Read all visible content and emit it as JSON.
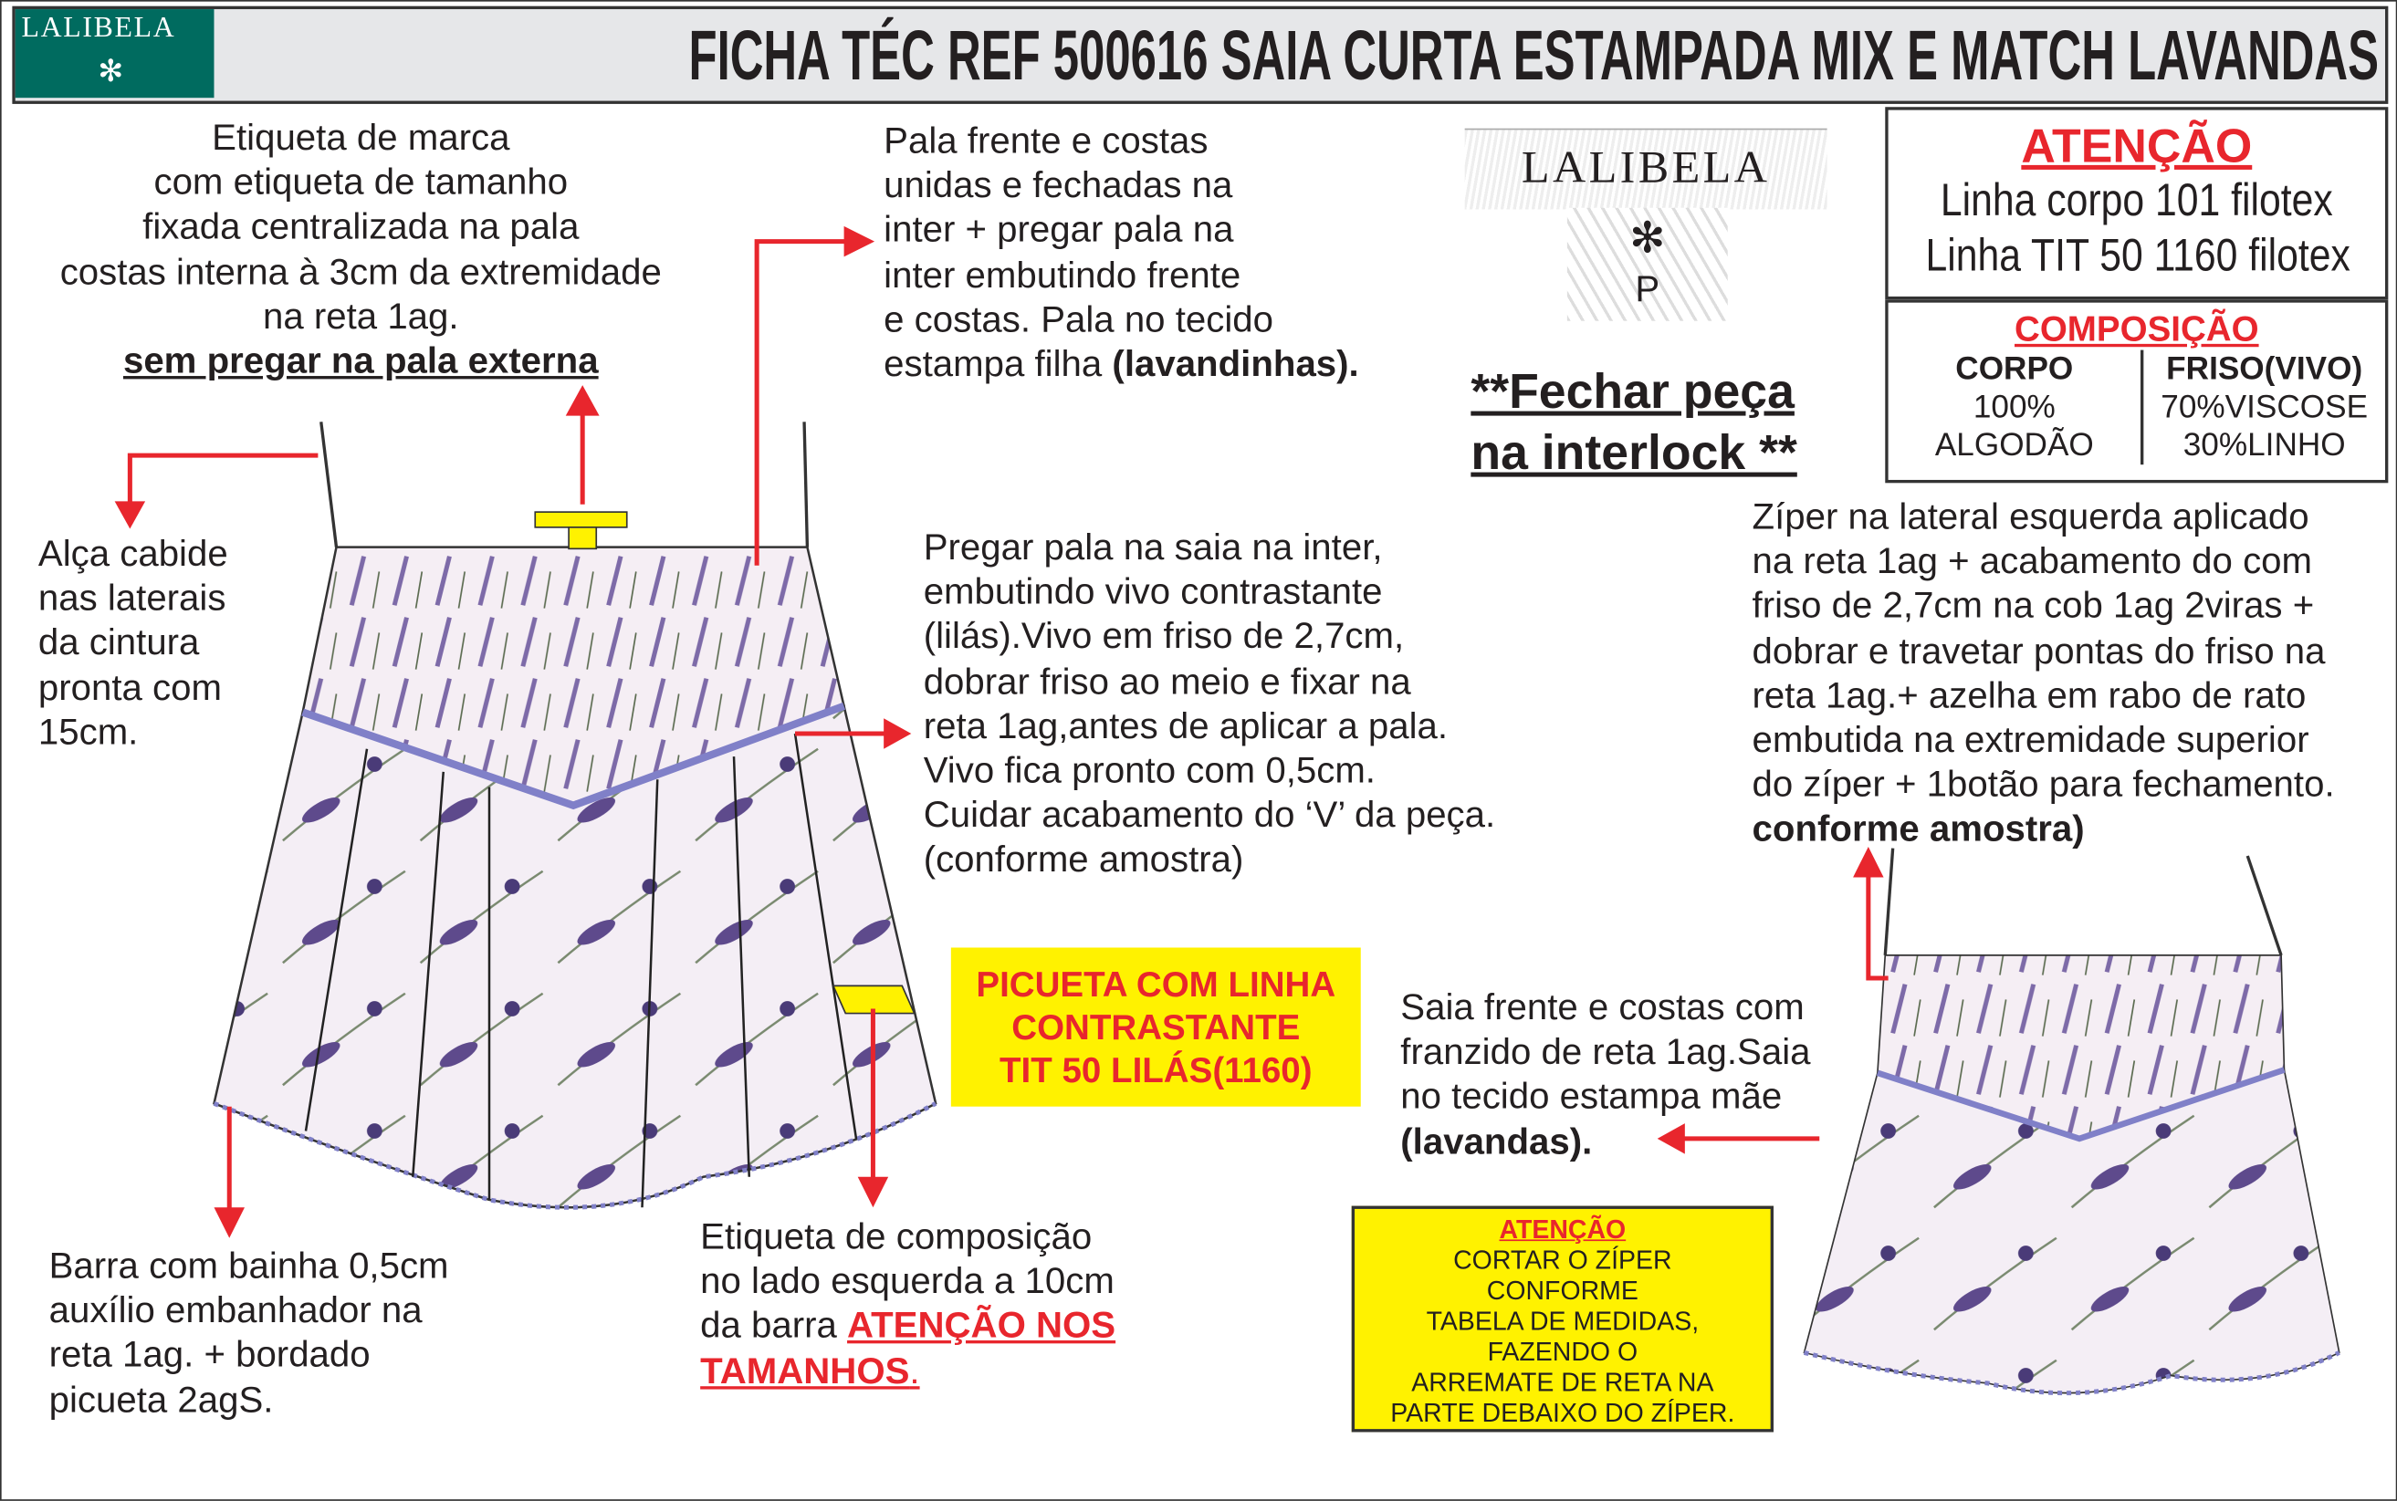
{
  "header": {
    "logo_text": "LALIBELA",
    "title": "FICHA TÉC REF 500616 SAIA CURTA ESTAMPADA MIX E MATCH LAVANDAS"
  },
  "label_logo": {
    "brand": "LALIBELA",
    "size": "P"
  },
  "notes": {
    "brand_label": [
      "Etiqueta de marca",
      "com etiqueta de tamanho",
      "fixada centralizada na pala",
      "costas interna à 3cm da extremidade",
      "na reta 1ag."
    ],
    "brand_label_emph": "sem pregar na pala externa",
    "pala": [
      "Pala frente e costas",
      "unidas e fechadas na",
      "inter + pregar pala na",
      "inter embutindo frente",
      "e costas. Pala no tecido"
    ],
    "pala_last": "estampa filha ",
    "pala_last_bold": "(lavandinhas).",
    "close": [
      "**Fechar peça",
      "na interlock **"
    ],
    "alca": [
      "Alça cabide",
      "nas laterais",
      "da cintura",
      "pronta com",
      "15cm."
    ],
    "pregar": [
      "Pregar pala na saia na inter,",
      "embutindo vivo contrastante",
      "(lilás).Vivo em friso de 2,7cm,",
      "dobrar friso ao meio e fixar na",
      "reta 1ag,antes de aplicar a pala.",
      "Vivo fica pronto com 0,5cm.",
      "Cuidar acabamento do ‘V’ da peça.",
      "(conforme amostra)"
    ],
    "ziper": [
      "Zíper na lateral esquerda aplicado",
      "na reta 1ag + acabamento do com",
      "friso de 2,7cm na cob 1ag 2viras +",
      "dobrar e travetar pontas do friso na",
      "reta 1ag.+ azelha em rabo de rato",
      "embutida na extremidade superior",
      "do zíper + 1botão para fechamento."
    ],
    "ziper_bold": "conforme amostra)",
    "picueta": [
      "PICUETA COM LINHA",
      "CONTRASTANTE",
      "TIT 50 LILÁS(1160)"
    ],
    "saia": [
      "Saia frente e costas com",
      "franzido de reta 1ag.Saia",
      "no tecido estampa mãe"
    ],
    "saia_bold": " (lavandas).",
    "barra": [
      "Barra com bainha 0,5cm",
      "auxílio embanhador na",
      "reta 1ag. + bordado",
      "picueta 2agS."
    ],
    "etiqueta": [
      "Etiqueta de composição",
      " no lado esquerda a 10cm",
      "da barra "
    ],
    "etiqueta_red": [
      "ATENÇÃO  NOS ",
      "TAMANHOS"
    ],
    "etiqueta_dot": "."
  },
  "attention": {
    "title": "ATENÇÃO",
    "lines": [
      "Linha corpo 101 filotex",
      "Linha TIT 50 1160 filotex"
    ]
  },
  "composition": {
    "title": "COMPOSIÇÃO",
    "cols": [
      {
        "head": "CORPO",
        "lines": [
          "100%",
          "ALGODÃO"
        ]
      },
      {
        "head": "FRISO(VIVO)",
        "lines": [
          "70%VISCOSE",
          "30%LINHO"
        ]
      }
    ]
  },
  "zipper_warning": {
    "title": "ATENÇÃO",
    "lines": [
      "CORTAR O ZÍPER",
      "CONFORME",
      "TABELA DE MEDIDAS,",
      "FAZENDO O",
      "ARREMATE DE RETA NA",
      "PARTE DEBAIXO DO ZÍPER."
    ]
  },
  "colors": {
    "red": "#e8262d",
    "yellow": "#fff200",
    "teal": "#006b5f",
    "vivo": "#8080c8"
  }
}
